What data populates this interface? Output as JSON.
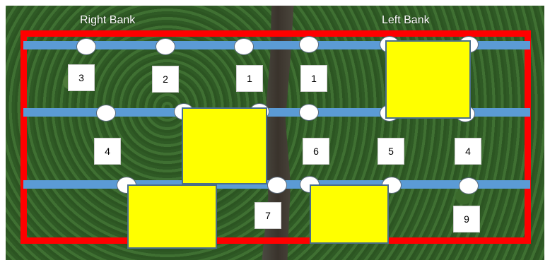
{
  "banks": {
    "right": "Right Bank",
    "left": "Left Bank"
  },
  "labels": [
    "3",
    "2",
    "1",
    "1",
    "4",
    "6",
    "5",
    "4",
    "7",
    "9"
  ],
  "colors": {
    "outline": "#ff0000",
    "transect": "#5b9bd5",
    "overlay_box": "#ffff00",
    "vegetation": "#2f5a25"
  }
}
